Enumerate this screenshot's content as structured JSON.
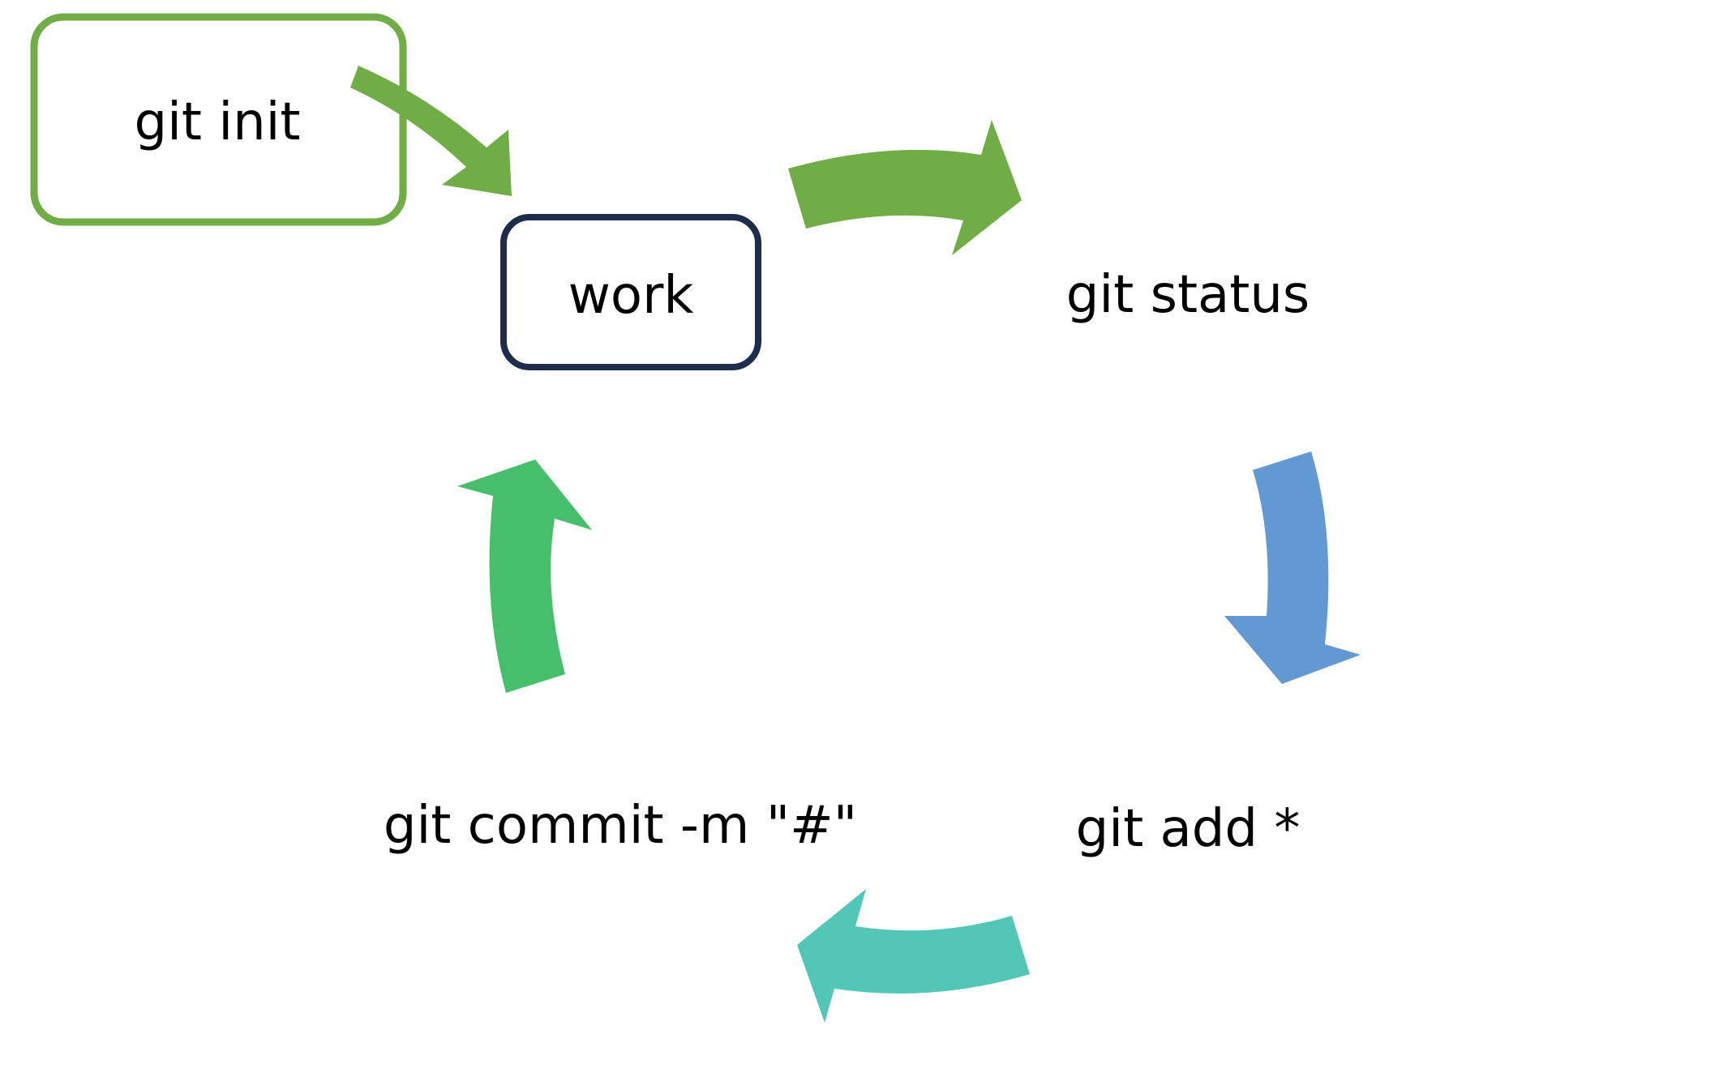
{
  "diagram": {
    "nodes": {
      "init": "git init",
      "work": "work",
      "status": "git status",
      "add": "git add *",
      "commit": "git commit -m \"#\""
    },
    "colors": {
      "init_border": "#70ad47",
      "work_border": "#1f2d4d",
      "arrow_init_to_work": "#70ad47",
      "arrow_work_to_status": "#70ad47",
      "arrow_status_to_add": "#6399d3",
      "arrow_add_to_commit": "#52c7b8",
      "arrow_commit_to_work": "#47be6c"
    },
    "edges": [
      {
        "from": "git init",
        "to": "work"
      },
      {
        "from": "work",
        "to": "git status"
      },
      {
        "from": "git status",
        "to": "git add *"
      },
      {
        "from": "git add *",
        "to": "git commit -m \"#\""
      },
      {
        "from": "git commit -m \"#\"",
        "to": "work"
      }
    ]
  }
}
